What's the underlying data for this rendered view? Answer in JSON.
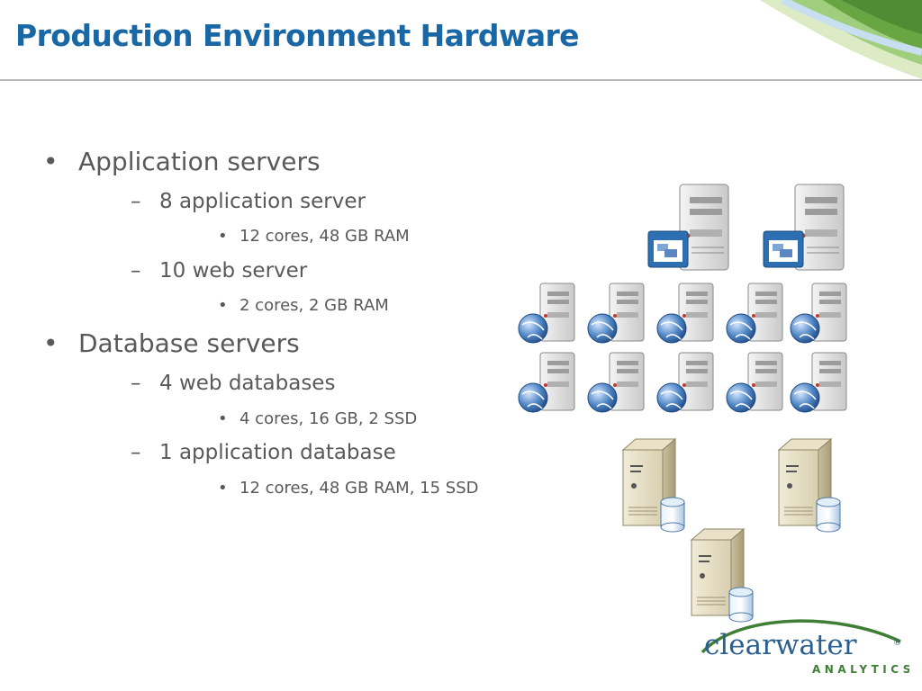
{
  "slide": {
    "title": "Production Environment Hardware",
    "outline": [
      {
        "level": 1,
        "text": "Application servers"
      },
      {
        "level": 2,
        "text": "8 application server"
      },
      {
        "level": 3,
        "text": "12 cores, 48 GB RAM"
      },
      {
        "level": 2,
        "text": "10 web server"
      },
      {
        "level": 3,
        "text": "2 cores, 2 GB RAM"
      },
      {
        "level": 1,
        "text": "Database servers"
      },
      {
        "level": 2,
        "text": "4 web databases"
      },
      {
        "level": 3,
        "text": "4 cores, 16 GB, 2 SSD"
      },
      {
        "level": 2,
        "text": "1 application database"
      },
      {
        "level": 3,
        "text": "12 cores, 48 GB RAM, 15 SSD"
      }
    ],
    "bullets": {
      "level1": "•",
      "level2": "–",
      "level3": "•"
    }
  },
  "illustration": {
    "application_server_icons": 2,
    "web_server_icons": 10,
    "database_server_icons": 3
  },
  "logo": {
    "name": "clearwater",
    "tagline": "ANALYTICS",
    "mark": "®"
  },
  "colors": {
    "title": "#1a67a6",
    "body_text": "#595959",
    "rule": "#b8b8b8",
    "accent_green": "#6aa543",
    "logo_blue": "#2a5f8f",
    "logo_green": "#3f7f35"
  }
}
